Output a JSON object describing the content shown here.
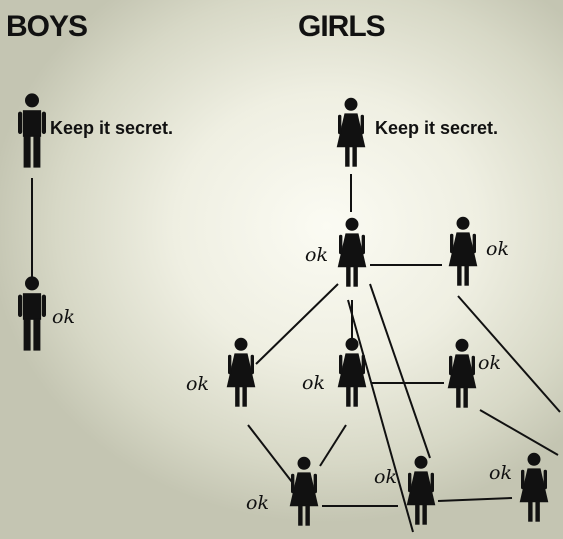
{
  "headings": {
    "boys": "BOYS",
    "girls": "GIRLS"
  },
  "captions": {
    "secret": "Keep it secret.",
    "ok": "ok"
  },
  "colors": {
    "figure": "#111111"
  },
  "figures": {
    "boys": [
      "male-figure-icon",
      "male-figure-icon"
    ],
    "girls": [
      "female-figure-icon",
      "female-figure-icon",
      "female-figure-icon",
      "female-figure-icon",
      "female-figure-icon",
      "female-figure-icon",
      "female-figure-icon",
      "female-figure-icon",
      "female-figure-icon"
    ]
  }
}
